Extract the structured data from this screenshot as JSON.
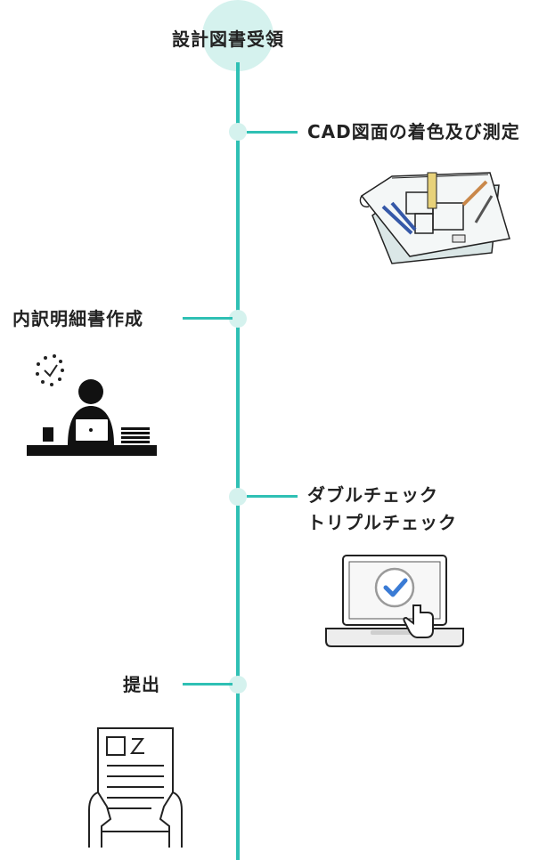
{
  "start": {
    "label": "設計図書受領"
  },
  "steps": [
    {
      "label": "CAD図面の着色及び測定",
      "icon": "blueprint-drawing-icon"
    },
    {
      "label": "内訳明細書作成",
      "icon": "person-at-desk-icon"
    },
    {
      "label_line1": "ダブルチェック",
      "label_line2": "トリプルチェック",
      "icon": "laptop-check-icon"
    },
    {
      "label": "提出",
      "icon": "document-in-hands-icon"
    }
  ],
  "colors": {
    "line": "#2fc0b4",
    "node": "#d5f2ee",
    "check": "#3a7bd5"
  }
}
